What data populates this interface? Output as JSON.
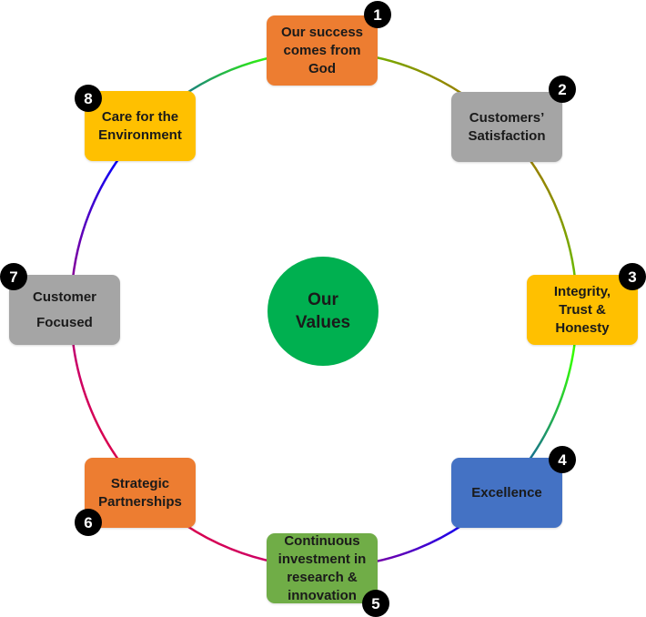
{
  "center": {
    "label": "Our\nValues",
    "color": "#00b050"
  },
  "values": [
    {
      "number": "1",
      "label": "Our success\ncomes from\nGod",
      "color": "#ed7d31"
    },
    {
      "number": "2",
      "label": "Customers’\nSatisfaction",
      "color": "#a5a5a5"
    },
    {
      "number": "3",
      "label": "Integrity,\nTrust &\nHonesty",
      "color": "#ffc000"
    },
    {
      "number": "4",
      "label": "Excellence",
      "color": "#4472c4"
    },
    {
      "number": "5",
      "label": "Continuous\ninvestment in\nresearch &\ninnovation",
      "color": "#70ad47"
    },
    {
      "number": "6",
      "label": "Strategic\nPartnerships",
      "color": "#ed7d31"
    },
    {
      "number": "7",
      "label": "Customer\nFocused",
      "color": "#a5a5a5"
    },
    {
      "number": "8",
      "label": "Care for the\nEnvironment",
      "color": "#ffc000"
    }
  ]
}
